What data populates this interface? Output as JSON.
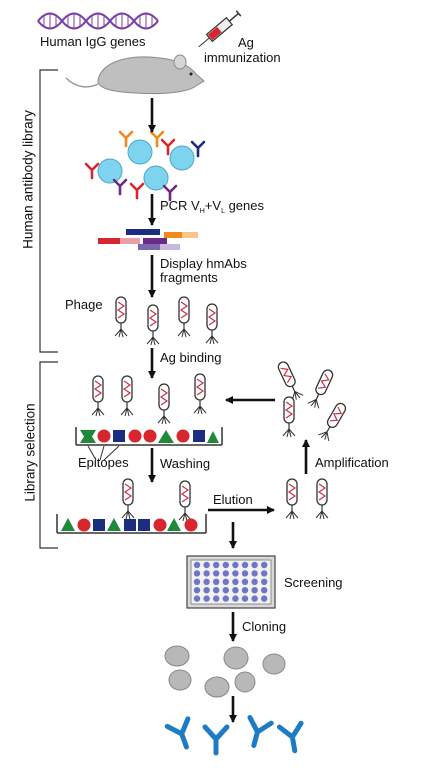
{
  "labels": {
    "igg_genes": "Human IgG genes",
    "ag_line1": "Ag",
    "ag_line2": "immunization",
    "pcr_prefix": "PCR V",
    "pcr_sub_h": "H",
    "pcr_plus": "+V",
    "pcr_sub_l": "L",
    "pcr_suffix": " genes",
    "display_line1": "Display hmAbs",
    "display_line2": "fragments",
    "phage": "Phage",
    "ag_binding": "Ag binding",
    "epitopes": "Epitopes",
    "washing": "Washing",
    "amplification": "Amplification",
    "elution": "Elution",
    "screening": "Screening",
    "cloning": "Cloning"
  },
  "side_labels": {
    "library": "Human antibody library",
    "selection": "Library selection"
  },
  "colors": {
    "red": "#d8262f",
    "purple": "#6b2a8a",
    "orange": "#f08a1a",
    "navy": "#1c2c7e",
    "green": "#1e8a3a",
    "dna": "#7a3fa5",
    "cell": "#7ed3ee",
    "antibody": "#1e7cc4",
    "plate": "#6f76c9"
  },
  "icons": {
    "dna_helix": "dna-helix-icon",
    "syringe": "syringe-icon",
    "mouse": "mouse-icon",
    "b_cell": "b-cell-icon",
    "phage": "phage-icon",
    "well_plate": "well-plate-icon",
    "cell": "cell-icon",
    "antibody": "antibody-icon"
  }
}
